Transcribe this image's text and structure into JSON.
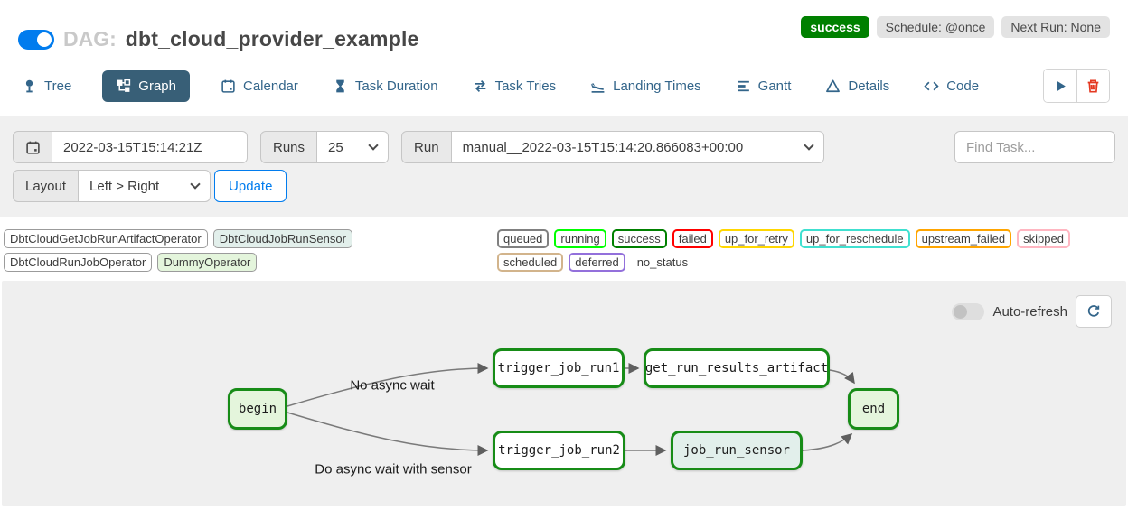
{
  "header": {
    "toggle_on": true,
    "dag_prefix": "DAG:",
    "dag_title": "dbt_cloud_provider_example",
    "badges": {
      "status": "success",
      "schedule": "Schedule: @once",
      "next_run": "Next Run: None"
    },
    "colors": {
      "status_bg": "#008000",
      "toggle_on_color": "#017cee"
    }
  },
  "tabs": [
    {
      "label": "Tree",
      "icon": "tree-icon",
      "active": false
    },
    {
      "label": "Graph",
      "icon": "graph-icon",
      "active": true
    },
    {
      "label": "Calendar",
      "icon": "calendar-icon",
      "active": false
    },
    {
      "label": "Task Duration",
      "icon": "hourglass-icon",
      "active": false
    },
    {
      "label": "Task Tries",
      "icon": "repeat-icon",
      "active": false
    },
    {
      "label": "Landing Times",
      "icon": "plane-landing-icon",
      "active": false
    },
    {
      "label": "Gantt",
      "icon": "gantt-icon",
      "active": false
    },
    {
      "label": "Details",
      "icon": "details-icon",
      "active": false
    },
    {
      "label": "Code",
      "icon": "code-icon",
      "active": false
    }
  ],
  "filters": {
    "execution_date": "2022-03-15T15:14:21Z",
    "runs_label": "Runs",
    "runs_value": "25",
    "run_label": "Run",
    "run_value": "manual__2022-03-15T15:14:20.866083+00:00",
    "find_task_placeholder": "Find Task...",
    "layout_label": "Layout",
    "layout_value": "Left > Right",
    "update_button": "Update"
  },
  "legend": {
    "operators": [
      {
        "label": "DbtCloudGetJobRunArtifactOperator",
        "bg": "#ffffff"
      },
      {
        "label": "DbtCloudJobRunSensor",
        "bg": "#e2efeb"
      },
      {
        "label": "DbtCloudRunJobOperator",
        "bg": "#ffffff"
      },
      {
        "label": "DummyOperator",
        "bg": "#e4f5dc"
      }
    ],
    "statuses": [
      {
        "label": "queued",
        "border": "#808080"
      },
      {
        "label": "running",
        "border": "#00ff00"
      },
      {
        "label": "success",
        "border": "#008000"
      },
      {
        "label": "failed",
        "border": "#ff0000"
      },
      {
        "label": "up_for_retry",
        "border": "#ffd700"
      },
      {
        "label": "up_for_reschedule",
        "border": "#40e0d0"
      },
      {
        "label": "upstream_failed",
        "border": "#ffa500"
      },
      {
        "label": "skipped",
        "border": "#ffb6c1"
      },
      {
        "label": "scheduled",
        "border": "#d2b48c"
      },
      {
        "label": "deferred",
        "border": "#9370db"
      },
      {
        "label": "no_status",
        "border": "transparent"
      }
    ]
  },
  "graph": {
    "auto_refresh_label": "Auto-refresh",
    "auto_refresh_on": false,
    "node_border_color": "#178c17",
    "nodes": [
      {
        "id": "begin",
        "label": "begin",
        "operator": "DummyOperator",
        "status": "success"
      },
      {
        "id": "trigger_job_run1",
        "label": "trigger_job_run1",
        "operator": "DbtCloudRunJobOperator",
        "status": "success"
      },
      {
        "id": "get_run_results_artifact",
        "label": "get_run_results_artifact",
        "operator": "DbtCloudGetJobRunArtifactOperator",
        "status": "success"
      },
      {
        "id": "trigger_job_run2",
        "label": "trigger_job_run2",
        "operator": "DbtCloudRunJobOperator",
        "status": "success"
      },
      {
        "id": "job_run_sensor",
        "label": "job_run_sensor",
        "operator": "DbtCloudJobRunSensor",
        "status": "success"
      },
      {
        "id": "end",
        "label": "end",
        "operator": "DummyOperator",
        "status": "success"
      }
    ],
    "edges": [
      [
        "begin",
        "trigger_job_run1"
      ],
      [
        "begin",
        "trigger_job_run2"
      ],
      [
        "trigger_job_run1",
        "get_run_results_artifact"
      ],
      [
        "trigger_job_run2",
        "job_run_sensor"
      ],
      [
        "get_run_results_artifact",
        "end"
      ],
      [
        "job_run_sensor",
        "end"
      ]
    ],
    "edge_labels": [
      {
        "text": "No async wait"
      },
      {
        "text": "Do async wait with sensor"
      }
    ]
  }
}
